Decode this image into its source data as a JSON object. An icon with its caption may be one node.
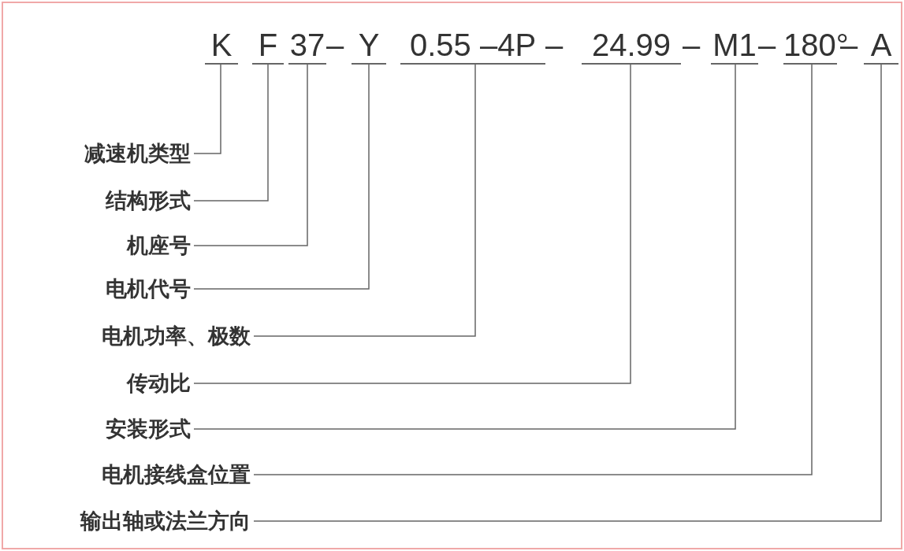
{
  "diagram": {
    "nodes": [
      {
        "text": [
          "K"
        ]
      },
      {
        "text": [
          "F"
        ]
      },
      {
        "text": [
          "37"
        ]
      },
      {
        "text": [
          "Y"
        ]
      },
      {
        "text": [
          "0.55 –4P"
        ]
      },
      {
        "text": [
          "24.99"
        ]
      },
      {
        "text": [
          "M1"
        ]
      },
      {
        "text": [
          "180°"
        ]
      },
      {
        "text": [
          "A"
        ]
      },
      {
        "text": [
          "减速机类型"
        ]
      },
      {
        "text": [
          "结构形式"
        ]
      },
      {
        "text": [
          "机座号"
        ]
      },
      {
        "text": [
          "电机代号"
        ]
      },
      {
        "text": [
          "电机功率、极数"
        ]
      },
      {
        "text": [
          "传动比"
        ]
      },
      {
        "text": [
          "安装形式"
        ]
      },
      {
        "text": [
          "电机接线盒位置"
        ]
      },
      {
        "text": [
          "输出轴或法兰方向"
        ]
      }
    ],
    "edges": [
      {
        "from": 9,
        "to": 0,
        "arrow": "none"
      },
      {
        "from": 10,
        "to": 1,
        "arrow": "none"
      },
      {
        "from": 11,
        "to": 2,
        "arrow": "none"
      },
      {
        "from": 12,
        "to": 3,
        "arrow": "none"
      },
      {
        "from": 13,
        "to": 4,
        "arrow": "none"
      },
      {
        "from": 14,
        "to": 5,
        "arrow": "none"
      },
      {
        "from": 15,
        "to": 6,
        "arrow": "none"
      },
      {
        "from": 16,
        "to": 7,
        "arrow": "none"
      },
      {
        "from": 17,
        "to": 8,
        "arrow": "none"
      }
    ],
    "labels": [
      "–",
      "–",
      "–",
      "–",
      "–"
    ]
  }
}
